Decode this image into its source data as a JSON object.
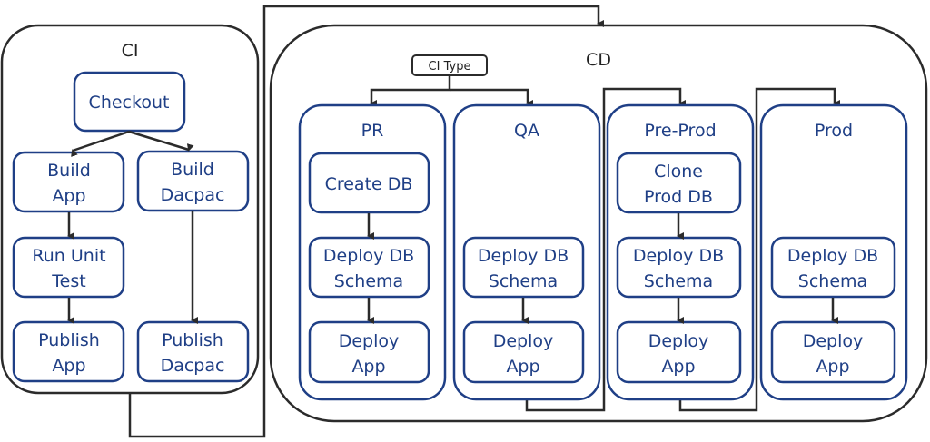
{
  "ci": {
    "title": "CI",
    "nodes": {
      "checkout": [
        "Checkout"
      ],
      "build_app": [
        "Build",
        "App"
      ],
      "build_dacpac": [
        "Build",
        "Dacpac"
      ],
      "run_unit_test": [
        "Run Unit",
        "Test"
      ],
      "publish_app": [
        "Publish",
        "App"
      ],
      "publish_dacpac": [
        "Publish",
        "Dacpac"
      ]
    }
  },
  "cd": {
    "title": "CD",
    "ci_type": "CI Type",
    "stages": [
      {
        "title": "PR",
        "steps": [
          [
            "Create DB"
          ],
          [
            "Deploy DB",
            "Schema"
          ],
          [
            "Deploy",
            "App"
          ]
        ]
      },
      {
        "title": "QA",
        "steps": [
          [
            "Deploy DB",
            "Schema"
          ],
          [
            "Deploy",
            "App"
          ]
        ]
      },
      {
        "title": "Pre-Prod",
        "steps": [
          [
            "Clone",
            "Prod DB"
          ],
          [
            "Deploy DB",
            "Schema"
          ],
          [
            "Deploy",
            "App"
          ]
        ]
      },
      {
        "title": "Prod",
        "steps": [
          [
            "Deploy DB",
            "Schema"
          ],
          [
            "Deploy",
            "App"
          ]
        ]
      }
    ]
  },
  "colors": {
    "node_stroke": "#1f3f86",
    "connector": "#2b2b2b",
    "text": "#1f3f86"
  }
}
